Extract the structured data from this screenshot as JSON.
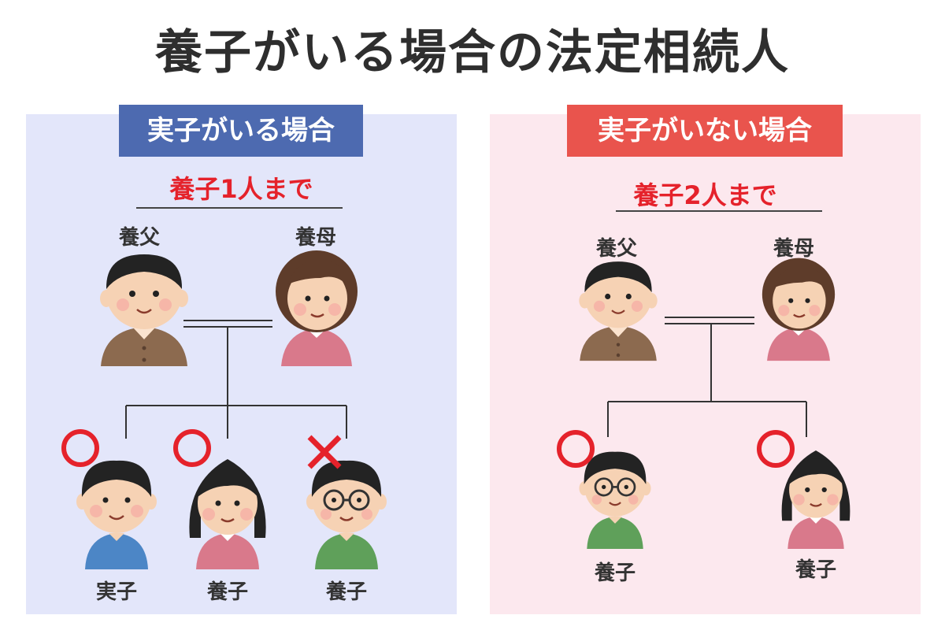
{
  "title": "養子がいる場合の法定相続人",
  "left": {
    "banner": "実子がいる場合",
    "limit": "養子1人まで",
    "parents": {
      "father": "養父",
      "mother": "養母"
    },
    "children": [
      {
        "label": "実子",
        "mark": "circle"
      },
      {
        "label": "養子",
        "mark": "circle"
      },
      {
        "label": "養子",
        "mark": "cross"
      }
    ]
  },
  "right": {
    "banner": "実子がいない場合",
    "limit": "養子2人まで",
    "parents": {
      "father": "養父",
      "mother": "養母"
    },
    "children": [
      {
        "label": "養子",
        "mark": "circle"
      },
      {
        "label": "養子",
        "mark": "circle"
      }
    ]
  },
  "colors": {
    "left_panel": "#e3e6fa",
    "right_panel": "#fce8ee",
    "left_banner": "#4d6ab0",
    "right_banner": "#e9544d",
    "limit_text": "#e5222b",
    "mark": "#e5222b"
  }
}
